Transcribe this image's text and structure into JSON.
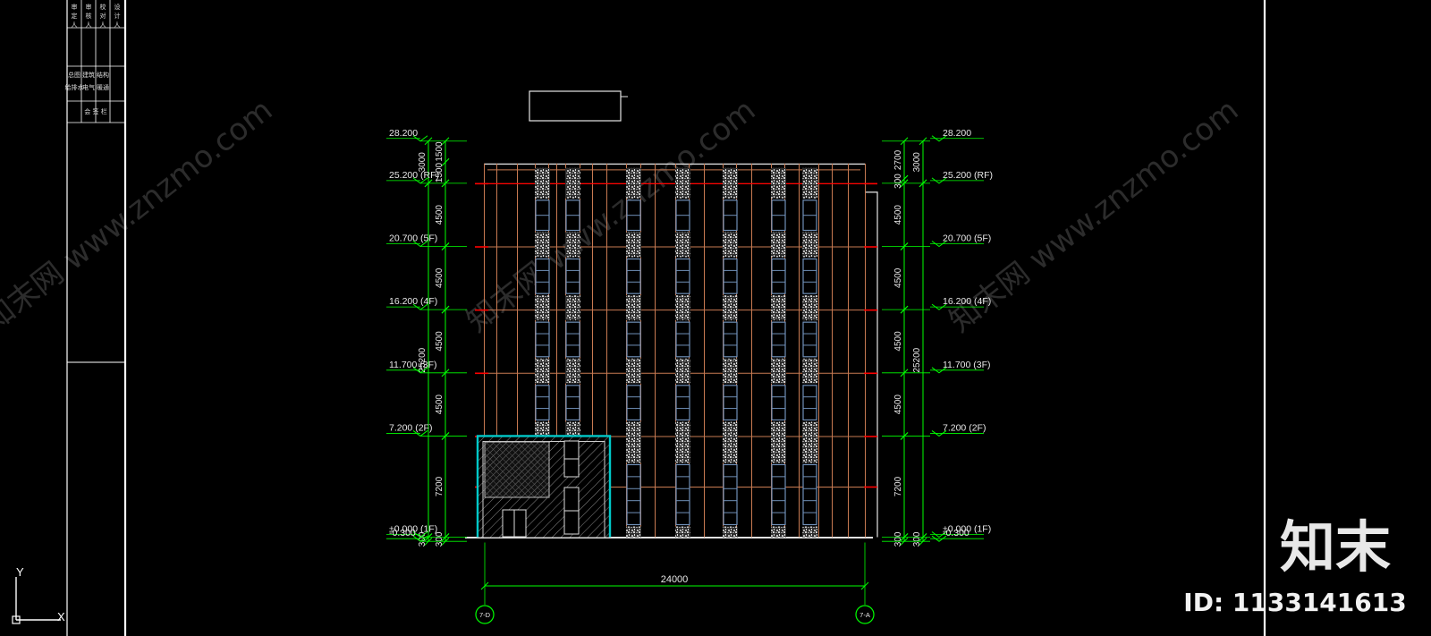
{
  "title_block": {
    "rows_top": [
      [
        "审",
        "定",
        "人"
      ],
      [
        "审",
        "核",
        "人"
      ],
      [
        "校",
        "对",
        "人"
      ],
      [
        "设",
        "计",
        "人"
      ]
    ],
    "rows_mid": [
      "总图",
      "建筑",
      "结构",
      "给排水",
      "电气",
      "暖通"
    ],
    "sign_row": "会 签 栏"
  },
  "elevation": {
    "levels_left": [
      {
        "label": "28.200",
        "elev": 28.2
      },
      {
        "label": "25.200 (RF)",
        "elev": 25.2
      },
      {
        "label": "20.700 (5F)",
        "elev": 20.7
      },
      {
        "label": "16.200 (4F)",
        "elev": 16.2
      },
      {
        "label": "11.700 (3F)",
        "elev": 11.7
      },
      {
        "label": "7.200 (2F)",
        "elev": 7.2
      },
      {
        "label": "±0.000 (1F)",
        "elev": 0.0
      },
      {
        "label": "-0.300",
        "elev": -0.3
      }
    ],
    "levels_right": [
      {
        "label": "28.200",
        "elev": 28.2
      },
      {
        "label": "25.200 (RF)",
        "elev": 25.2
      },
      {
        "label": "20.700 (5F)",
        "elev": 20.7
      },
      {
        "label": "16.200 (4F)",
        "elev": 16.2
      },
      {
        "label": "11.700 (3F)",
        "elev": 11.7
      },
      {
        "label": "7.200 (2F)",
        "elev": 7.2
      },
      {
        "label": "±0.000 (1F)",
        "elev": 0.0
      },
      {
        "label": "-0.300",
        "elev": -0.3
      }
    ],
    "dims_left_inner": [
      {
        "text": "1500",
        "from": 28.2,
        "to": 26.7
      },
      {
        "text": "1500",
        "from": 26.7,
        "to": 25.2
      },
      {
        "text": "4500",
        "from": 25.2,
        "to": 20.7
      },
      {
        "text": "4500",
        "from": 20.7,
        "to": 16.2
      },
      {
        "text": "4500",
        "from": 16.2,
        "to": 11.7
      },
      {
        "text": "4500",
        "from": 11.7,
        "to": 7.2
      },
      {
        "text": "7200",
        "from": 7.2,
        "to": 0.0
      },
      {
        "text": "300",
        "from": 0.0,
        "to": -0.3
      }
    ],
    "dims_left_outer": [
      {
        "text": "3000",
        "from": 28.2,
        "to": 25.2
      },
      {
        "text": "25200",
        "from": 25.2,
        "to": 0.0
      },
      {
        "text": "300",
        "from": 0.0,
        "to": -0.3
      }
    ],
    "dims_right_inner": [
      {
        "text": "2700",
        "from": 28.2,
        "to": 25.5
      },
      {
        "text": "300",
        "from": 25.5,
        "to": 25.2
      },
      {
        "text": "4500",
        "from": 25.2,
        "to": 20.7
      },
      {
        "text": "4500",
        "from": 20.7,
        "to": 16.2
      },
      {
        "text": "4500",
        "from": 16.2,
        "to": 11.7
      },
      {
        "text": "4500",
        "from": 11.7,
        "to": 7.2
      },
      {
        "text": "7200",
        "from": 7.2,
        "to": 0.0
      },
      {
        "text": "300",
        "from": 0.0,
        "to": -0.3
      }
    ],
    "dims_right_outer": [
      {
        "text": "3000",
        "from": 28.2,
        "to": 25.2
      },
      {
        "text": "25200",
        "from": 25.2,
        "to": 0.0
      },
      {
        "text": "300",
        "from": 0.0,
        "to": -0.3
      }
    ],
    "width_dim": "24000",
    "axis_left": "7-D",
    "axis_right": "7-A"
  },
  "ucs": {
    "x": "X",
    "y": "Y"
  },
  "watermarks": [
    "知末网 www.znzmo.com",
    "知末网 www.znzmo.com",
    "知末网 www.znzmo.com"
  ],
  "logo": {
    "brand": "知末",
    "id": "ID: 1133141613"
  },
  "colors": {
    "background": "#000000",
    "frame": "#ffffff",
    "dimension": "#00ff00",
    "grid": "#c87a52",
    "floor_line": "#ff0000",
    "entrance": "#00c8c8",
    "window": "#7090b8"
  }
}
